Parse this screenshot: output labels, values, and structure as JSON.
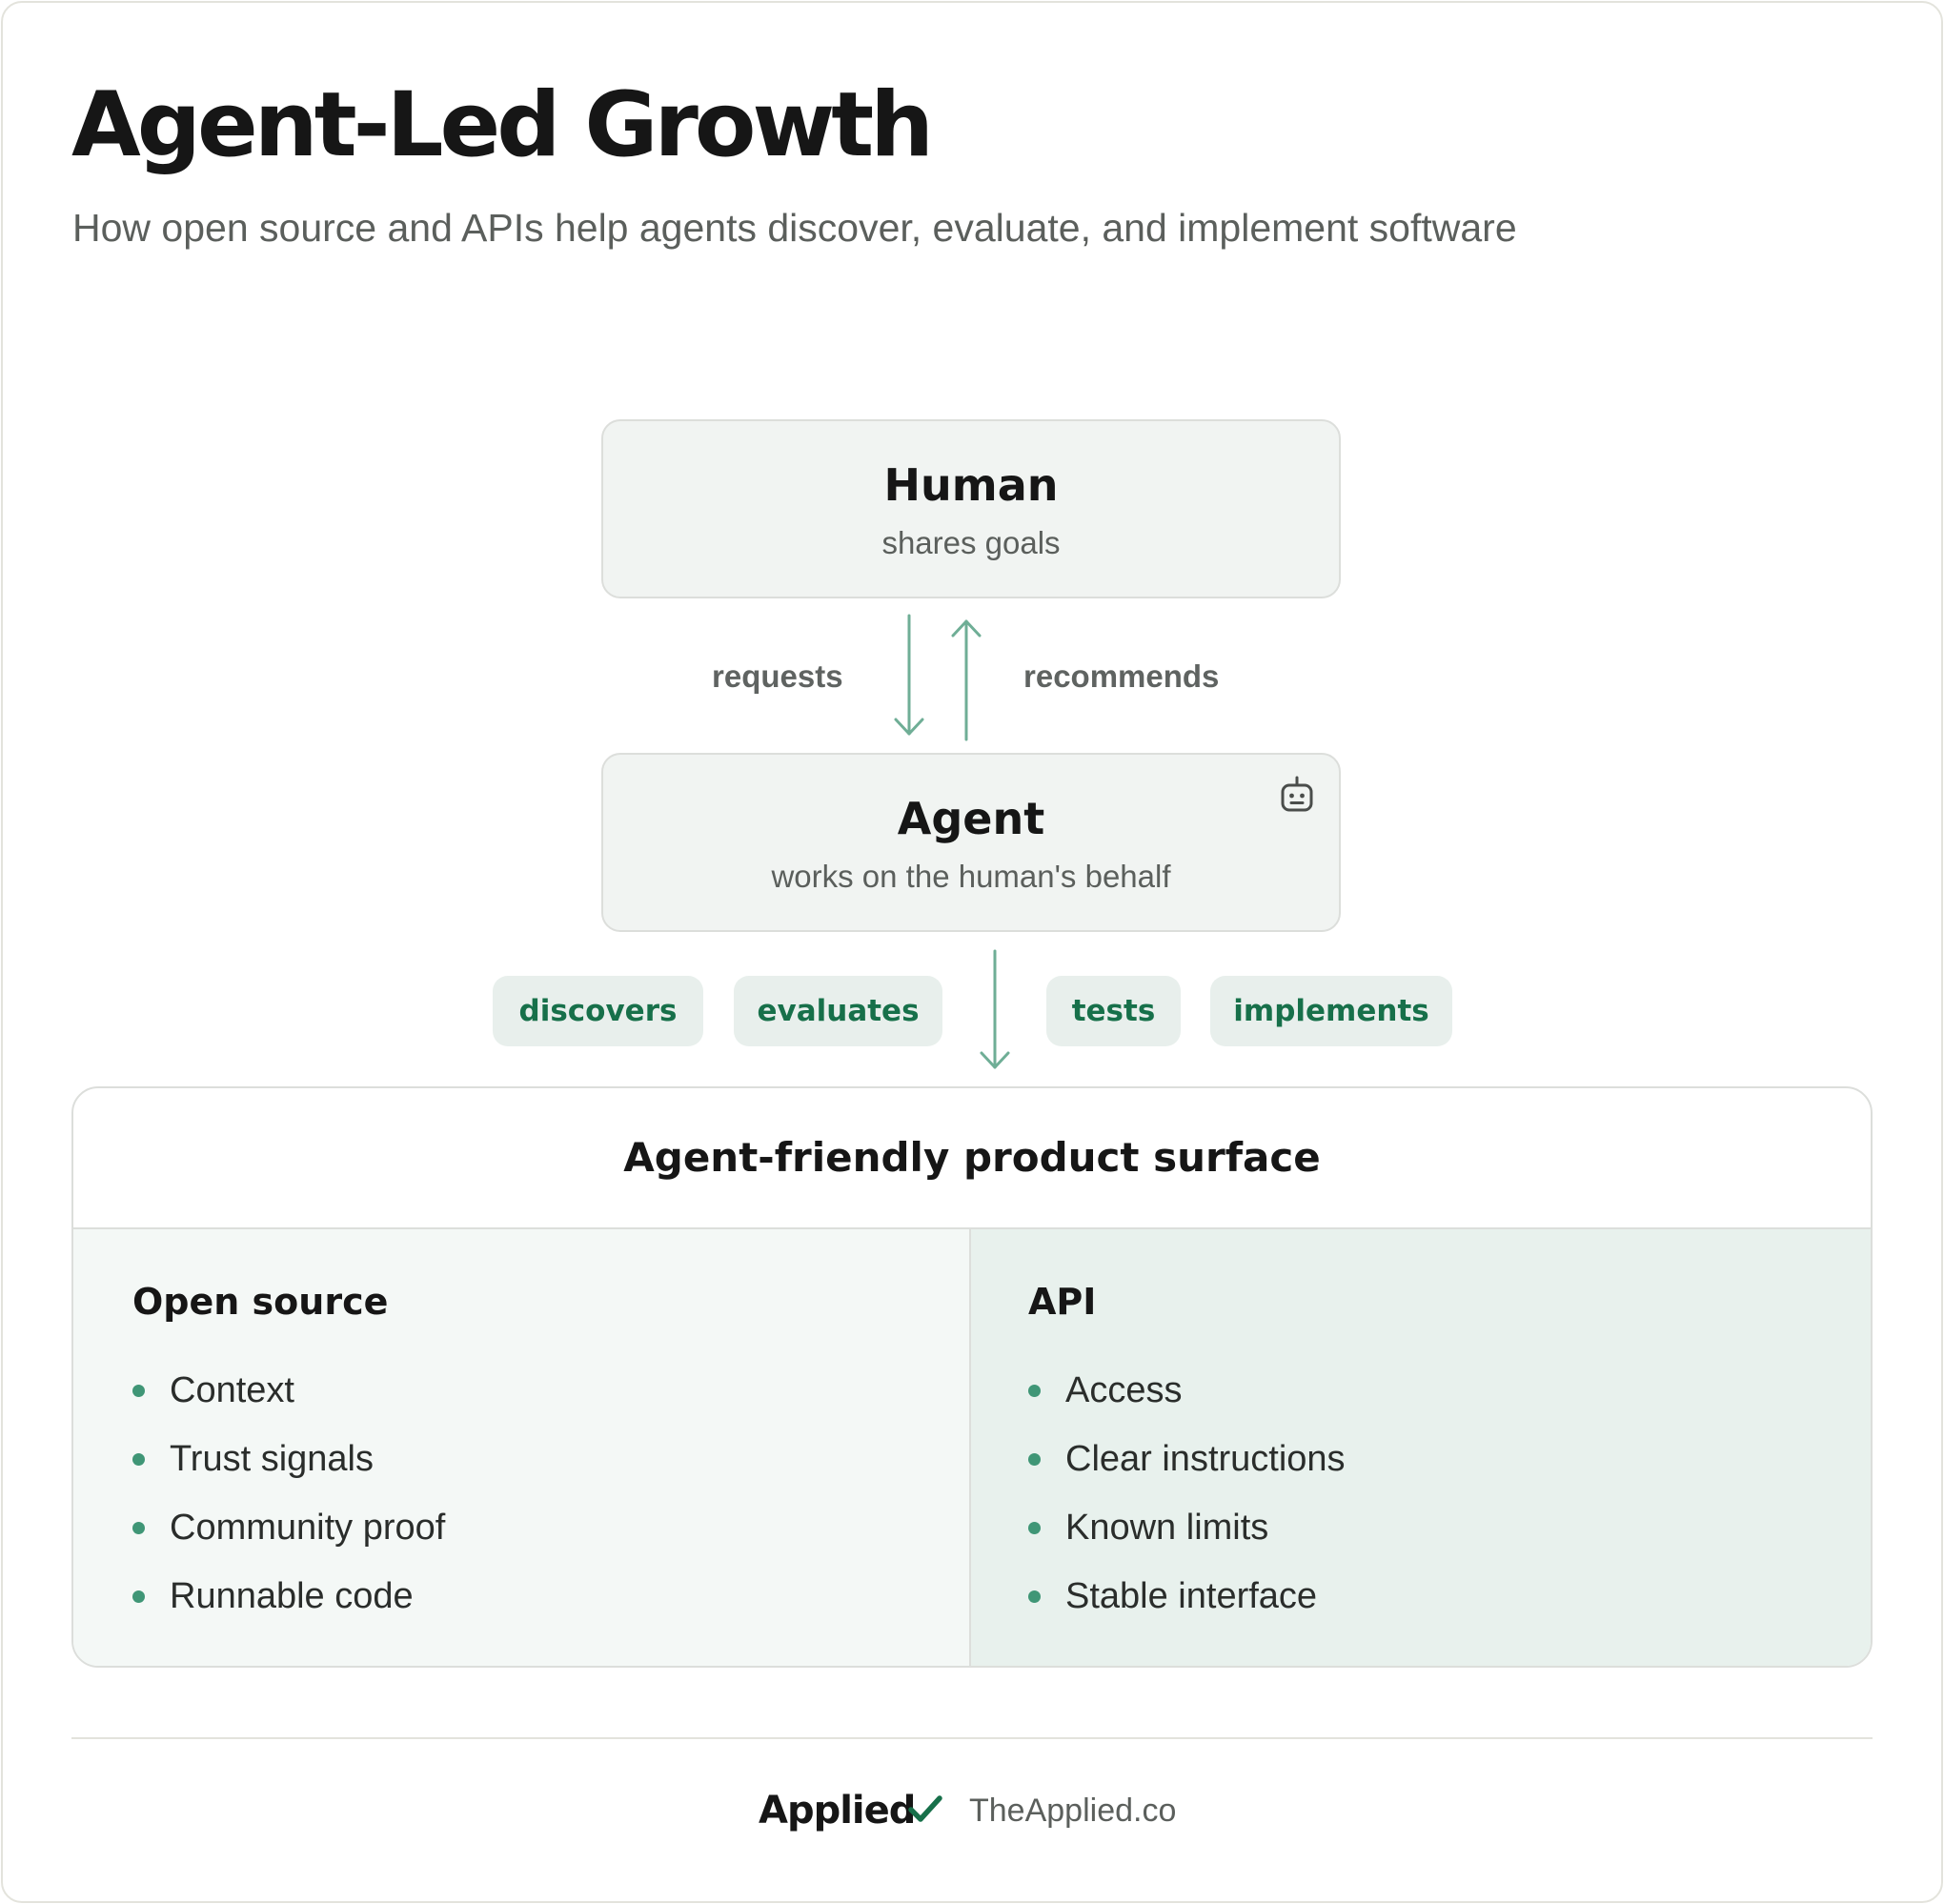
{
  "header": {
    "title": "Agent-Led Growth",
    "subtitle": "How open source and APIs help agents discover, evaluate, and implement software"
  },
  "nodes": {
    "human": {
      "title": "Human",
      "subtitle": "shares goals"
    },
    "agent": {
      "title": "Agent",
      "subtitle": "works on the human's behalf",
      "icon": "robot-icon"
    }
  },
  "flows": {
    "down_label": "requests",
    "up_label": "recommends"
  },
  "actions": [
    "discovers",
    "evaluates",
    "tests",
    "implements"
  ],
  "surface": {
    "title": "Agent-friendly product surface",
    "open_source": {
      "title": "Open source",
      "items": [
        "Context",
        "Trust signals",
        "Community proof",
        "Runnable code"
      ]
    },
    "api": {
      "title": "API",
      "items": [
        "Access",
        "Clear instructions",
        "Known limits",
        "Stable interface"
      ]
    }
  },
  "footer": {
    "brand": "Applied",
    "brand_icon": "check-icon",
    "site": "TheApplied.co"
  },
  "colors": {
    "accent_green": "#17704a",
    "arrow_green": "#6fae96",
    "bullet_green": "#3f9676",
    "node_bg": "#f1f4f2",
    "chip_bg": "#e8efec",
    "panel_left_bg": "#f4f8f6",
    "panel_right_bg": "#e8f1ed"
  }
}
